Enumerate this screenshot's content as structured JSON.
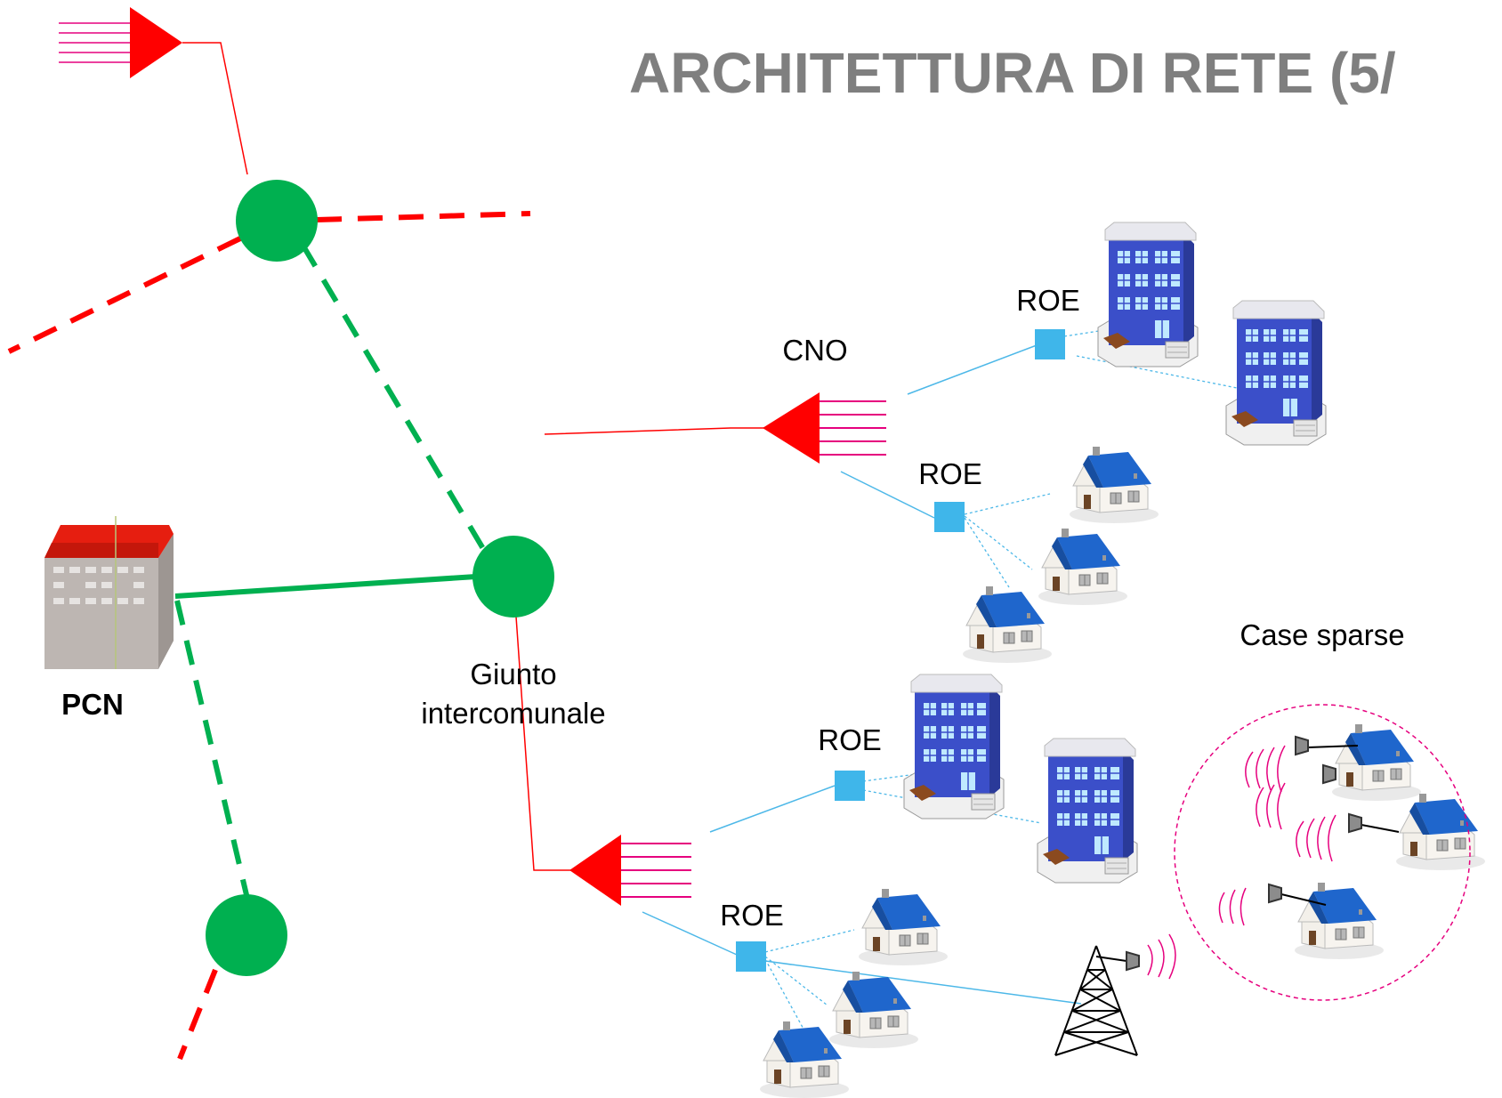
{
  "title": "ARCHITETTURA DI RETE (5/",
  "labels": {
    "pcn": "PCN",
    "giunto_line1": "Giunto",
    "giunto_line2": "intercomunale",
    "cno": "CNO",
    "roe": "ROE",
    "case_sparse": "Case sparse"
  },
  "colors": {
    "title": "#7f7f7f",
    "red": "#ff0000",
    "green": "#00b050",
    "light_blue": "#4db8e8",
    "roe_box": "#3fb6ea",
    "magenta": "#e6007e",
    "building_blue": "#3b4fc9",
    "roof_blue": "#1f66cc",
    "pcn_roof": "#e61e10",
    "pcn_wall": "#bdb6b2"
  },
  "icons": [
    "splitter-triangle-icon",
    "junction-node-icon",
    "pcn-building-icon",
    "apartment-building-icon",
    "house-icon",
    "radio-tower-icon",
    "antenna-dish-icon"
  ]
}
